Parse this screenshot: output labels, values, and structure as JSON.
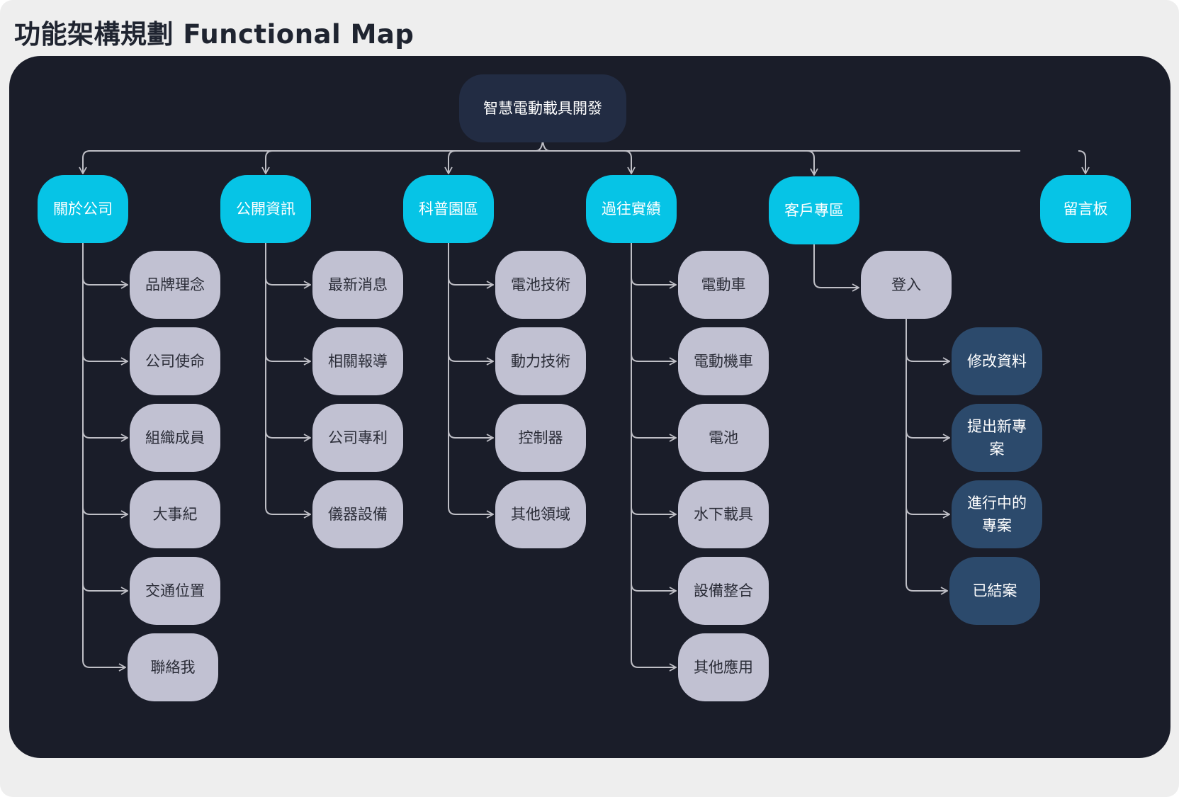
{
  "page": {
    "title": "功能架構規劃 Functional Map"
  },
  "colors": {
    "frame_bg": "#eeeeee",
    "canvas_bg": "#1a1d29",
    "root_node": "#222c43",
    "category_node": "#06c4e6",
    "leaf_node": "#c1c1d2",
    "member_node": "#2c4a6c",
    "connector": "#bfbfc6"
  },
  "diagram": {
    "root": "智慧電動載具開發",
    "categories": [
      {
        "label": "關於公司",
        "children": [
          "品牌理念",
          "公司使命",
          "組織成員",
          "大事紀",
          "交通位置",
          "聯絡我"
        ]
      },
      {
        "label": "公開資訊",
        "children": [
          "最新消息",
          "相關報導",
          "公司專利",
          "儀器設備"
        ]
      },
      {
        "label": "科普園區",
        "children": [
          "電池技術",
          "動力技術",
          "控制器",
          "其他領域"
        ]
      },
      {
        "label": "過往實績",
        "children": [
          "電動車",
          "電動機車",
          "電池",
          "水下載具",
          "設備整合",
          "其他應用"
        ]
      },
      {
        "label": "客戶專區",
        "login": "登入",
        "member_items": [
          "修改資料",
          "提出新專案",
          "進行中的專案",
          "已結案"
        ]
      },
      {
        "label": "留言板"
      }
    ]
  }
}
